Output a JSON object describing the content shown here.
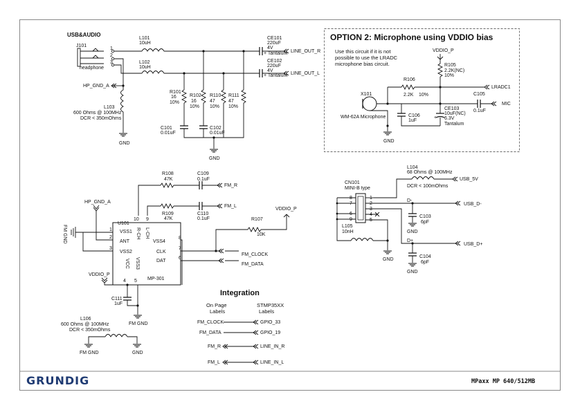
{
  "brand": {
    "logo_text": "GRUNDIG",
    "model": "MPaxx MP 640/512MB",
    "logo_color": "#1f3b73"
  },
  "usb_audio": {
    "title": "USB&AUDIO",
    "j101": "J101",
    "headphone": "headphone",
    "pins": [
      "1",
      "2",
      "3"
    ],
    "hp_gnd_a": "HP_GND_A",
    "l101": {
      "ref": "L101",
      "val": "10uH"
    },
    "l102": {
      "ref": "L102",
      "val": "10uH"
    },
    "l103": {
      "ref": "L103",
      "val1": "600 Ohms @ 100MHz",
      "val2": "DCR < 350mOhms"
    },
    "gnd": "GND",
    "ce101": {
      "ref": "CE101",
      "v1": "220uF",
      "v2": "4V",
      "v3": "+ Tantalum"
    },
    "ce102": {
      "ref": "CE102",
      "v1": "220uF",
      "v2": "4V",
      "v3": "+ Tantalum"
    },
    "line_out_r": "LINE_OUT_R",
    "line_out_l": "LINE_OUT_L",
    "r101": {
      "ref": "R101",
      "v1": "16",
      "v2": "10%"
    },
    "r102": {
      "ref": "R102",
      "v1": "16",
      "v2": "10%"
    },
    "r110": {
      "ref": "R110",
      "v1": "47",
      "v2": "10%"
    },
    "r111": {
      "ref": "R111",
      "v1": "47",
      "v2": "10%"
    },
    "c101": {
      "ref": "C101",
      "val": "0.01uF"
    },
    "c102": {
      "ref": "C102",
      "val": "0.01uF"
    }
  },
  "option2": {
    "title": "OPTION 2: Microphone using VDDIO bias",
    "note1": "Use this circuit if it is not",
    "note2": "possible to use the LRADC",
    "note3": "microphone bias circuit.",
    "vddio_p": "VDDIO_P",
    "r105": {
      "ref": "R105",
      "v1": "2.2K(NC)",
      "v2": "10%"
    },
    "r106": {
      "ref": "R106",
      "v1": "2.2K",
      "v2": "10%"
    },
    "lradc1": "LRADC1",
    "c105": {
      "ref": "C105",
      "val": "0.1uF"
    },
    "mic": "MIC",
    "x101": {
      "ref": "X101",
      "val": "WM-62A Microphone"
    },
    "c106": {
      "ref": "C106",
      "val": "1uF"
    },
    "ce103": {
      "ref": "CE103",
      "v1": "10uF(NC)",
      "v2": "6.3V",
      "v3": "Tantalum"
    },
    "gnd": "GND"
  },
  "fm": {
    "r108": {
      "ref": "R108",
      "val": "47K"
    },
    "c109": {
      "ref": "C109",
      "val": "0.1uF"
    },
    "fm_r": "FM_R",
    "hp_gnd_a": "HP_GND_A",
    "r109": {
      "ref": "R109",
      "val": "47K"
    },
    "c110": {
      "ref": "C110",
      "val": "0.1uF"
    },
    "fm_l": "FM_L",
    "r107": {
      "ref": "R107",
      "val": "10K"
    },
    "vddio_p": "VDDIO_P",
    "fm_gnd_vert": "FM GND",
    "u101": "U101",
    "pins_left": [
      "VSS1",
      "ANT",
      "VSS2"
    ],
    "pins_left_num": [
      "1",
      "2",
      "3"
    ],
    "pins_right": [
      "VSS4",
      "CLK",
      "DAT"
    ],
    "pins_right_num": [
      "8",
      "7",
      "6"
    ],
    "top_pins": [
      "R-CH",
      "L-CH"
    ],
    "top_pins_num": [
      "10",
      "9"
    ],
    "bot_pins": [
      "VCC",
      "VSS3"
    ],
    "bot_pins_num": [
      "4",
      "5"
    ],
    "part": "MP-301",
    "fm_clock": "FM_CLOCK",
    "fm_data": "FM_DATA",
    "vddio_p2": "VDDIO_P",
    "c111": {
      "ref": "C111",
      "val": "1uF"
    },
    "fm_gnd": "FM GND",
    "l106": {
      "ref": "L106",
      "val1": "600 Ohms @ 100MHz",
      "val2": "DCR < 350mOhms"
    },
    "fm_gnd2": "FM GND",
    "gnd": "GND"
  },
  "integration": {
    "title": "Integration",
    "col1_h1": "On Page",
    "col1_h2": "Labels",
    "col2_h1": "STMP35XX",
    "col2_h2": "Labels",
    "rows": [
      {
        "left": "FM_CLOCK",
        "right": "GPIO_33"
      },
      {
        "left": "FM_DATA",
        "right": "GPIO_19"
      },
      {
        "left": "FM_R",
        "right": "LINE_IN_R"
      },
      {
        "left": "FM_L",
        "right": "LINE_IN_L"
      }
    ]
  },
  "usb": {
    "l104": {
      "ref": "L104",
      "val1": "68 Ohms @ 100MHz",
      "val2": "DCR < 100mOhms"
    },
    "usb_5v": "USB_5V",
    "cn101": {
      "ref": "CN101",
      "val": "MINI-B type"
    },
    "pins_left": [
      "8",
      "7",
      "6",
      "9"
    ],
    "pins_right": [
      "1",
      "2",
      "3",
      "4",
      "5"
    ],
    "dminus": "D-",
    "dplus": "D+",
    "usb_dm": "USB_D-",
    "usb_dp": "USB_D+",
    "c103": {
      "ref": "C103",
      "val": "6pF"
    },
    "c104": {
      "ref": "C104",
      "val": "6pF"
    },
    "l105": {
      "ref": "L105",
      "val": "10nH"
    },
    "gnd": "GND"
  }
}
